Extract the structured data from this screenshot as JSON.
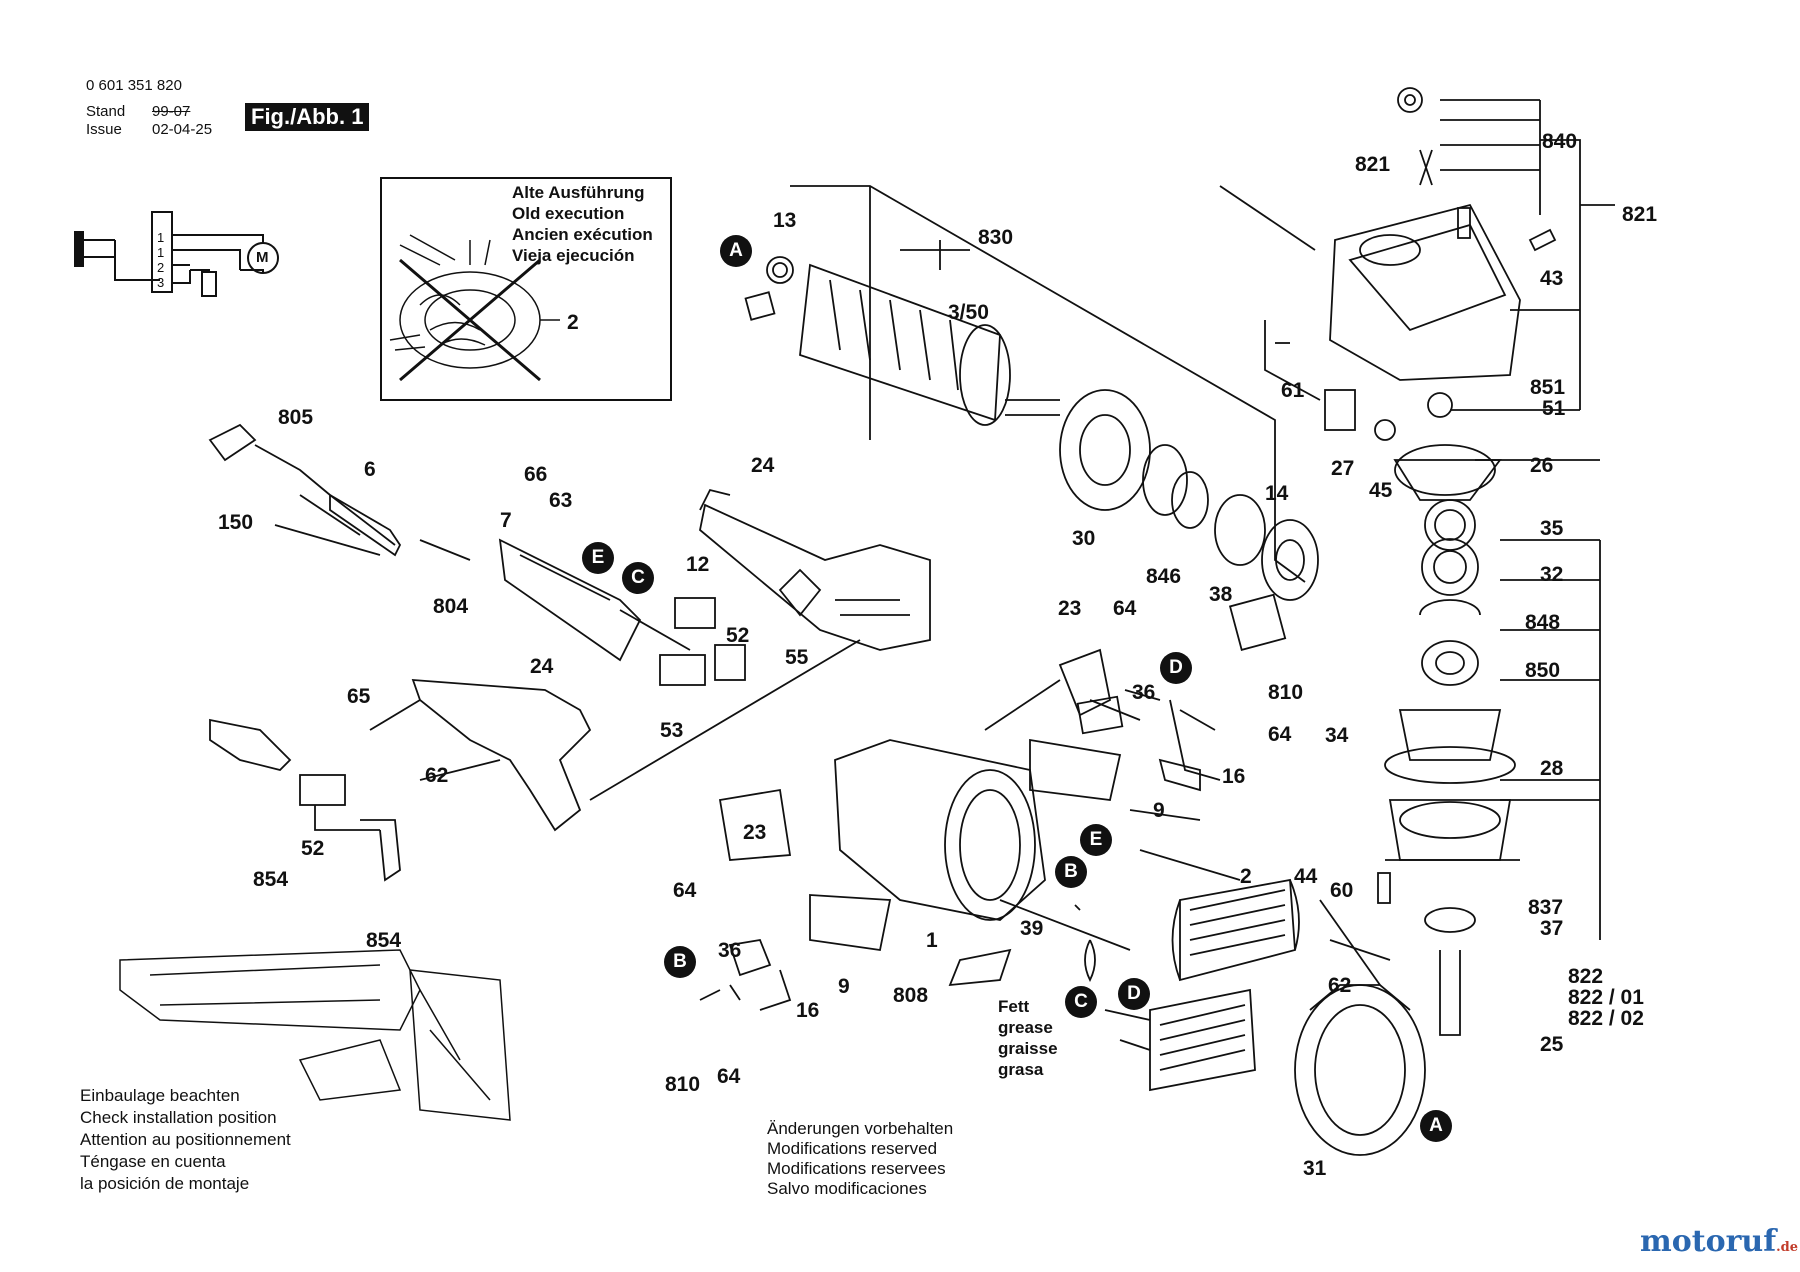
{
  "header": {
    "part_number": "0 601 351 820",
    "stand_label": "Stand",
    "issue_label": "Issue",
    "stand_date": "99-07",
    "issue_date": "02-04-25",
    "figure": "Fig./Abb. 1"
  },
  "inset": {
    "lines": [
      "Alte Ausführung",
      "Old execution",
      "Ancien exécution",
      "Vieja ejecución"
    ],
    "ref": "2"
  },
  "wiring": {
    "terminals": [
      "1",
      "1",
      "2",
      "3"
    ],
    "motor": "M"
  },
  "badges": {
    "A": "A",
    "B": "B",
    "C": "C",
    "D": "D",
    "E": "E"
  },
  "grease": [
    "Fett",
    "grease",
    "graisse",
    "grasa"
  ],
  "notes": {
    "install": [
      "Einbaulage beachten",
      "Check installation position",
      "Attention au positionnement",
      "Téngase en cuenta",
      "la posición de montaje"
    ],
    "modifications": [
      "Änderungen vorbehalten",
      "Modifications reserved",
      "Modifications reservees",
      "Salvo modificaciones"
    ]
  },
  "part_labels": {
    "p840": "840",
    "p821a": "821",
    "p821b": "821",
    "p43": "43",
    "p851": "851",
    "p51": "51",
    "p61": "61",
    "p27": "27",
    "p45": "45",
    "p26": "26",
    "p35": "35",
    "p32": "32",
    "p848": "848",
    "p850": "850",
    "p34": "34",
    "p28": "28",
    "p60": "60",
    "p837": "837",
    "p37": "37",
    "p822": "822",
    "p822_01": "822 / 01",
    "p822_02": "822 / 02",
    "p25": "25",
    "p13": "13",
    "p830": "830",
    "p3_50": "3/50",
    "p14": "14",
    "p30": "30",
    "p846": "846",
    "p38": "38",
    "p805": "805",
    "p6": "6",
    "p150": "150",
    "p66": "66",
    "p63": "63",
    "p7": "7",
    "p24a": "24",
    "p12": "12",
    "p804": "804",
    "p52a": "52",
    "p55": "55",
    "p53": "53",
    "p24b": "24",
    "p65": "65",
    "p62a": "62",
    "p52b": "52",
    "p854a": "854",
    "p854b": "854",
    "p23a": "23",
    "p64a": "64",
    "p810a": "810",
    "p36a": "36",
    "p64b": "64",
    "p16a": "16",
    "p9a": "9",
    "p23b": "23",
    "p64c": "64",
    "p36b": "36",
    "p16b": "16",
    "p810b": "810",
    "p64d": "64",
    "p9b": "9",
    "p808": "808",
    "p1": "1",
    "p39": "39",
    "p2": "2",
    "p44": "44",
    "p62b": "62",
    "p31": "31"
  },
  "watermark": {
    "main": "motoruf",
    "suffix": ".de"
  }
}
